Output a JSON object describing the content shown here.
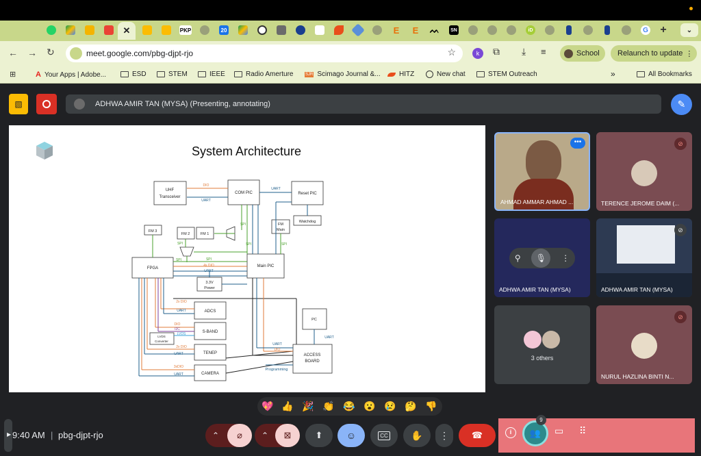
{
  "browser": {
    "url": "meet.google.com/pbg-djpt-rjo",
    "profile": "School",
    "relaunch": "Relaunch to update",
    "tab_labels": {
      "pkp": "PKP",
      "n20": "20",
      "e1": "E",
      "e2": "E",
      "sn": "SN",
      "id": "iD",
      "gg": "G"
    },
    "bookmarks": [
      "Your Apps | Adobe...",
      "ESD",
      "STEM",
      "IEEE",
      "Radio Amerture",
      "Scimago Journal &...",
      "HITZ",
      "New chat",
      "STEM Outreach"
    ],
    "all_bookmarks": "All Bookmarks",
    "sjr_badge": "SJR"
  },
  "meet": {
    "presenter": "ADHWA AMIR TAN (MYSA) (Presenting, annotating)",
    "time": "9:40 AM",
    "separator": "|",
    "code": "pbg-djpt-rjo",
    "participant_count": "9",
    "others": "3 others",
    "participants": [
      {
        "name": "AHMAD AMMAR AHMAD ..."
      },
      {
        "name": "TERENCE JEROME DAIM (..."
      },
      {
        "name": "ADHWA AMIR TAN (MYSA)"
      },
      {
        "name": "ADHWA AMIR TAN (MYSA)"
      },
      {
        "name": "NURUL HAZLINA BINTI N..."
      }
    ],
    "reactions": [
      "💖",
      "👍",
      "🎉",
      "👏",
      "😂",
      "😮",
      "😢",
      "🤔",
      "👎"
    ]
  },
  "slide": {
    "title": "System Architecture",
    "blocks": {
      "uhf": "UHF",
      "uhf2": "Transceiver",
      "com": "COM PIC",
      "reset": "Reset PIC",
      "watchdog": "Watchdog",
      "fm3": "FM 3",
      "fm2": "FM 2",
      "fm1": "FM 1",
      "fmmain": "FM",
      "fmmain2": "Main",
      "fpga": "FPGA",
      "mainpic": "Main PIC",
      "power": "3.3V",
      "power2": "Power",
      "adcs": "ADCS",
      "sband": "S-BAND",
      "lvds": "LVDS",
      "lvds2": "Converter",
      "tenep": "TENEP",
      "camera": "CAMERA",
      "pc": "PC",
      "access": "ACCESS",
      "access2": "BOARD",
      "programming": "Programming"
    },
    "links": {
      "dio": "DIO",
      "uart": "UART",
      "spi": "SPI",
      "dio4x": "4x DIO",
      "dio2x": "2x DIO",
      "i2c": "I2C",
      "lvds": "LVDS",
      "dio3x": "3xDIO"
    }
  },
  "colors": {
    "orange": "#e07b39",
    "blue": "#1f5f8b",
    "green": "#4aa02c",
    "end_call": "#d93025",
    "active_blue": "#8ab4f8"
  }
}
